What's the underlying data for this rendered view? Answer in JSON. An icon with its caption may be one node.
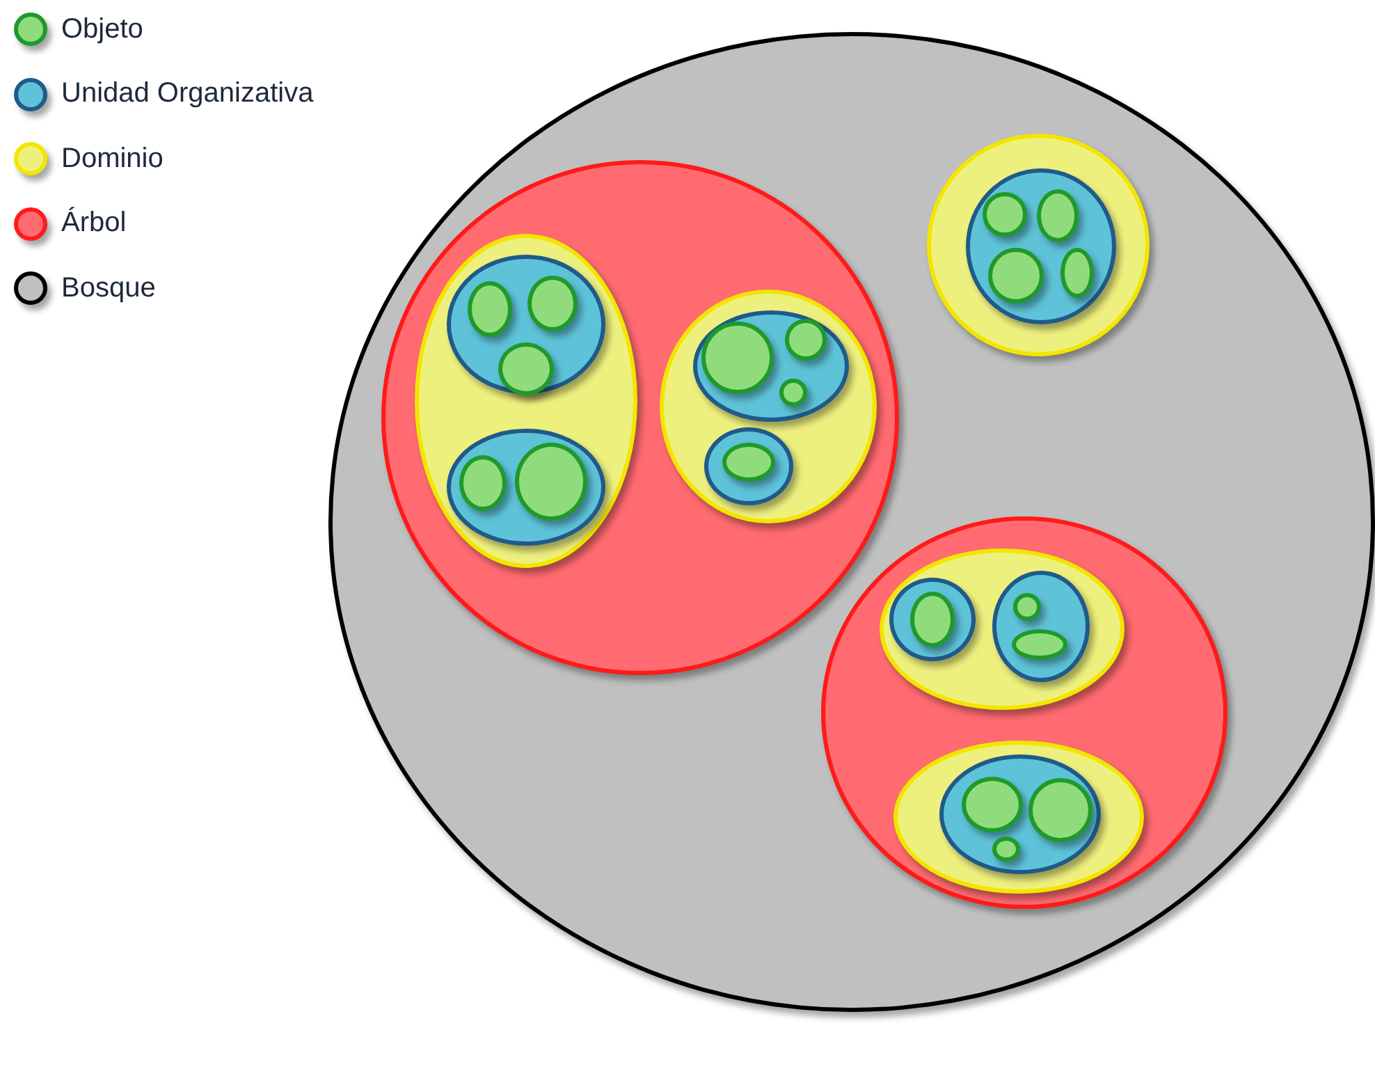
{
  "diagram": {
    "nodes": [
      {
        "text": [],
        "shape": "circle"
      },
      {
        "text": [],
        "shape": "circle",
        "in": 0
      },
      {
        "text": [],
        "shape": "circle",
        "in": 1
      },
      {
        "text": [],
        "shape": "circle",
        "in": 2
      },
      {
        "text": [],
        "shape": "circle",
        "in": 3
      },
      {
        "text": [],
        "shape": "circle",
        "in": 3
      },
      {
        "text": [],
        "shape": "circle",
        "in": 3
      },
      {
        "text": [],
        "shape": "circle",
        "in": 2
      },
      {
        "text": [],
        "shape": "circle",
        "in": 7
      },
      {
        "text": [],
        "shape": "circle",
        "in": 7
      },
      {
        "text": [],
        "shape": "circle",
        "in": 1
      },
      {
        "text": [],
        "shape": "circle",
        "in": 10
      },
      {
        "text": [],
        "shape": "circle",
        "in": 11
      },
      {
        "text": [],
        "shape": "circle",
        "in": 11
      },
      {
        "text": [],
        "shape": "circle",
        "in": 11
      },
      {
        "text": [],
        "shape": "circle",
        "in": 10
      },
      {
        "text": [],
        "shape": "circle",
        "in": 15
      },
      {
        "text": [],
        "shape": "circle",
        "in": 0
      },
      {
        "text": [],
        "shape": "circle",
        "in": 17
      },
      {
        "text": [],
        "shape": "circle",
        "in": 18
      },
      {
        "text": [],
        "shape": "circle",
        "in": 18
      },
      {
        "text": [],
        "shape": "circle",
        "in": 18
      },
      {
        "text": [],
        "shape": "circle",
        "in": 18
      },
      {
        "text": [],
        "shape": "circle",
        "in": 0
      },
      {
        "text": [],
        "shape": "circle",
        "in": 23
      },
      {
        "text": [],
        "shape": "circle",
        "in": 24
      },
      {
        "text": [],
        "shape": "circle",
        "in": 25
      },
      {
        "text": [],
        "shape": "circle",
        "in": 24
      },
      {
        "text": [],
        "shape": "circle",
        "in": 27
      },
      {
        "text": [],
        "shape": "circle",
        "in": 27
      },
      {
        "text": [],
        "shape": "circle",
        "in": 23
      },
      {
        "text": [],
        "shape": "circle",
        "in": 30
      },
      {
        "text": [],
        "shape": "circle",
        "in": 31
      },
      {
        "text": [],
        "shape": "circle",
        "in": 31
      },
      {
        "text": [],
        "shape": "circle",
        "in": 31
      }
    ],
    "legend": [
      {
        "text": "Objeto",
        "color": "#90dc7c"
      },
      {
        "text": "Unidad Organizativa",
        "color": "#5ec3d8"
      },
      {
        "text": "Dominio",
        "color": "#eef07e"
      },
      {
        "text": "Árbol",
        "color": "#ff6b70"
      },
      {
        "text": "Bosque",
        "color": "#c0c0c0"
      }
    ]
  }
}
